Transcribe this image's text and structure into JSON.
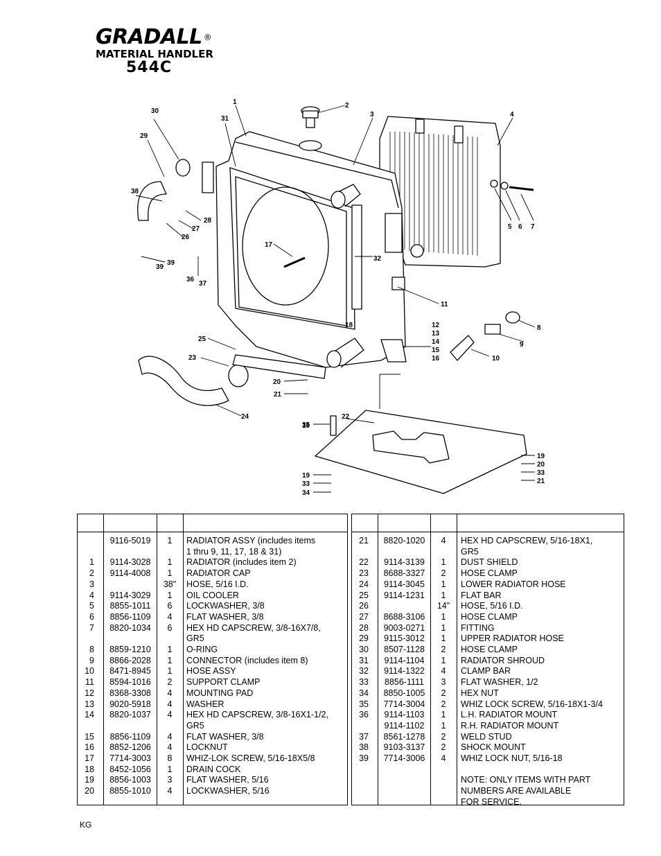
{
  "header": {
    "brand": "GRADALL",
    "registered": "®",
    "subtitle": "MATERIAL HANDLER",
    "model": "544C"
  },
  "diagram": {
    "callouts": [
      "1",
      "2",
      "3",
      "4",
      "5",
      "6",
      "7",
      "8",
      "9",
      "10",
      "11",
      "12",
      "13",
      "14",
      "15",
      "16",
      "17",
      "18",
      "19",
      "20",
      "21",
      "22",
      "23",
      "24",
      "25",
      "26",
      "27",
      "28",
      "29",
      "30",
      "31",
      "32",
      "33",
      "34",
      "35",
      "36",
      "37",
      "38",
      "39"
    ]
  },
  "parts_left": [
    {
      "item": "",
      "pn": "9116-5019",
      "qty": "1",
      "desc": [
        "RADIATOR ASSY (includes items",
        "1 thru 9, 11, 17, 18 & 31)"
      ]
    },
    {
      "item": "1",
      "pn": "9114-3028",
      "qty": "1",
      "desc": [
        "RADIATOR (includes item 2)"
      ]
    },
    {
      "item": "2",
      "pn": "9114-4008",
      "qty": "1",
      "desc": [
        "RADIATOR CAP"
      ]
    },
    {
      "item": "3",
      "pn": "",
      "qty": "38\"",
      "desc": [
        "HOSE, 5/16 I.D."
      ]
    },
    {
      "item": "4",
      "pn": "9114-3029",
      "qty": "1",
      "desc": [
        "OIL COOLER"
      ]
    },
    {
      "item": "5",
      "pn": "8855-1011",
      "qty": "6",
      "desc": [
        "LOCKWASHER, 3/8"
      ]
    },
    {
      "item": "6",
      "pn": "8856-1109",
      "qty": "4",
      "desc": [
        "FLAT WASHER, 3/8"
      ]
    },
    {
      "item": "7",
      "pn": "8820-1034",
      "qty": "6",
      "desc": [
        "HEX HD CAPSCREW, 3/8-16X7/8,",
        "GR5"
      ]
    },
    {
      "item": "8",
      "pn": "8859-1210",
      "qty": "1",
      "desc": [
        "O-RING"
      ]
    },
    {
      "item": "9",
      "pn": "8866-2028",
      "qty": "1",
      "desc": [
        "CONNECTOR (includes item 8)"
      ]
    },
    {
      "item": "10",
      "pn": "8471-8945",
      "qty": "1",
      "desc": [
        "HOSE ASSY"
      ]
    },
    {
      "item": "11",
      "pn": "8594-1016",
      "qty": "2",
      "desc": [
        "SUPPORT CLAMP"
      ]
    },
    {
      "item": "12",
      "pn": "8368-3308",
      "qty": "4",
      "desc": [
        "MOUNTING PAD"
      ]
    },
    {
      "item": "13",
      "pn": "9020-5918",
      "qty": "4",
      "desc": [
        "WASHER"
      ]
    },
    {
      "item": "14",
      "pn": "8820-1037",
      "qty": "4",
      "desc": [
        "HEX HD CAPSCREW, 3/8-16X1-1/2,",
        "GR5"
      ]
    },
    {
      "item": "15",
      "pn": "8856-1109",
      "qty": "4",
      "desc": [
        "FLAT WASHER, 3/8"
      ]
    },
    {
      "item": "16",
      "pn": "8852-1206",
      "qty": "4",
      "desc": [
        "LOCKNUT"
      ]
    },
    {
      "item": "17",
      "pn": "7714-3003",
      "qty": "8",
      "desc": [
        "WHIZ-LOK SCREW, 5/16-18X5/8"
      ]
    },
    {
      "item": "18",
      "pn": "8452-1056",
      "qty": "1",
      "desc": [
        "DRAIN COCK"
      ]
    },
    {
      "item": "19",
      "pn": "8856-1003",
      "qty": "3",
      "desc": [
        "FLAT WASHER, 5/16"
      ]
    },
    {
      "item": "20",
      "pn": "8855-1010",
      "qty": "4",
      "desc": [
        "LOCKWASHER, 5/16"
      ]
    }
  ],
  "parts_right": [
    {
      "item": "21",
      "pn": "8820-1020",
      "qty": "4",
      "desc": [
        "HEX HD CAPSCREW, 5/16-18X1,",
        "GR5"
      ]
    },
    {
      "item": "22",
      "pn": "9114-3139",
      "qty": "1",
      "desc": [
        "DUST SHIELD"
      ]
    },
    {
      "item": "23",
      "pn": "8688-3327",
      "qty": "2",
      "desc": [
        "HOSE CLAMP"
      ]
    },
    {
      "item": "24",
      "pn": "9114-3045",
      "qty": "1",
      "desc": [
        "LOWER RADIATOR HOSE"
      ]
    },
    {
      "item": "25",
      "pn": "9114-1231",
      "qty": "1",
      "desc": [
        "FLAT BAR"
      ]
    },
    {
      "item": "26",
      "pn": "",
      "qty": "14\"",
      "desc": [
        "HOSE, 5/16 I.D."
      ]
    },
    {
      "item": "27",
      "pn": "8688-3106",
      "qty": "1",
      "desc": [
        "HOSE CLAMP"
      ]
    },
    {
      "item": "28",
      "pn": "9003-0271",
      "qty": "1",
      "desc": [
        "FITTING"
      ]
    },
    {
      "item": "29",
      "pn": "9115-3012",
      "qty": "1",
      "desc": [
        "UPPER RADIATOR HOSE"
      ]
    },
    {
      "item": "30",
      "pn": "8507-1128",
      "qty": "2",
      "desc": [
        "HOSE CLAMP"
      ]
    },
    {
      "item": "31",
      "pn": "9114-1104",
      "qty": "1",
      "desc": [
        "RADIATOR SHROUD"
      ]
    },
    {
      "item": "32",
      "pn": "9114-1322",
      "qty": "4",
      "desc": [
        "CLAMP BAR"
      ]
    },
    {
      "item": "33",
      "pn": "8856-1111",
      "qty": "3",
      "desc": [
        "FLAT WASHER, 1/2"
      ]
    },
    {
      "item": "34",
      "pn": "8850-1005",
      "qty": "2",
      "desc": [
        "HEX NUT"
      ]
    },
    {
      "item": "35",
      "pn": "7714-3004",
      "qty": "2",
      "desc": [
        "WHIZ LOCK SCREW, 5/16-18X1-3/4"
      ]
    },
    {
      "item": "36",
      "pn": "9114-1103",
      "qty": "1",
      "desc": [
        "L.H. RADIATOR MOUNT"
      ]
    },
    {
      "item": "",
      "pn": "9114-1102",
      "qty": "1",
      "desc": [
        "R.H. RADIATOR MOUNT"
      ]
    },
    {
      "item": "37",
      "pn": "8561-1278",
      "qty": "2",
      "desc": [
        "WELD STUD"
      ]
    },
    {
      "item": "38",
      "pn": "9103-3137",
      "qty": "2",
      "desc": [
        "SHOCK MOUNT"
      ]
    },
    {
      "item": "39",
      "pn": "7714-3006",
      "qty": "4",
      "desc": [
        "WHIZ LOCK NUT, 5/16-18"
      ]
    },
    {
      "item": "",
      "pn": "",
      "qty": "",
      "desc": [
        ""
      ]
    },
    {
      "item": "",
      "pn": "",
      "qty": "",
      "desc": [
        "NOTE:  ONLY ITEMS WITH PART",
        "NUMBERS ARE AVAILABLE",
        "FOR SERVICE."
      ]
    }
  ],
  "footer": {
    "code": "KG"
  }
}
